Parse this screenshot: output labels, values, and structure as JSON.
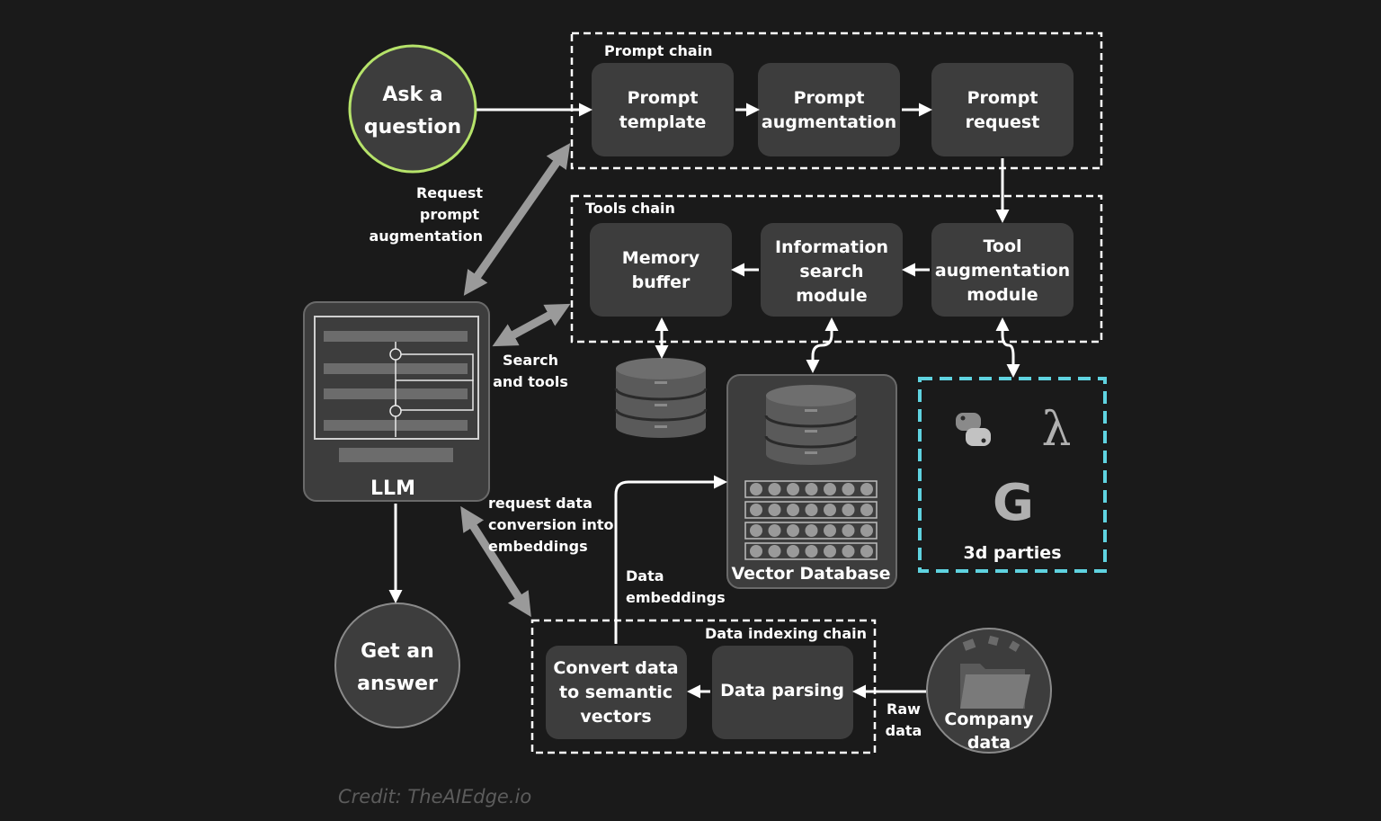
{
  "nodes": {
    "ask": [
      "Ask a",
      "question"
    ],
    "prompt_template": [
      "Prompt",
      "template"
    ],
    "prompt_augmentation": [
      "Prompt",
      "augmentation"
    ],
    "prompt_request": [
      "Prompt",
      "request"
    ],
    "memory_buffer": [
      "Memory",
      "buffer"
    ],
    "information_search": [
      "Information",
      "search",
      "module"
    ],
    "tool_augmentation": [
      "Tool",
      "augmentation",
      "module"
    ],
    "llm": "LLM",
    "vector_database": "Vector Database",
    "third_parties": "3d parties",
    "get_answer": [
      "Get an",
      "answer"
    ],
    "convert_data": [
      "Convert data",
      "to semantic",
      "vectors"
    ],
    "data_parsing": "Data parsing",
    "company_data": [
      "Company",
      "data"
    ]
  },
  "sections": {
    "prompt_chain": "Prompt chain",
    "tools_chain": "Tools chain",
    "data_indexing_chain": "Data indexing chain"
  },
  "edges": {
    "request_prompt_augmentation": [
      "Request",
      "prompt",
      "augmentation"
    ],
    "search_and_tools": [
      "Search",
      "and tools"
    ],
    "request_embeddings": [
      "request data",
      "conversion into",
      "embeddings"
    ],
    "data_embeddings": [
      "Data",
      "embeddings"
    ],
    "raw_data": [
      "Raw",
      "data"
    ]
  },
  "icons": [
    "python-icon",
    "lambda-icon",
    "google-icon",
    "database-icon",
    "folder-icon"
  ],
  "credit": "Credit: TheAIEdge.io",
  "colors": {
    "background": "#1a1a1a",
    "node": "#3d3d3d",
    "ask_ring": "#b6e36a",
    "third_party_border": "#5fd3e0",
    "credit": "#5c5c5c"
  }
}
